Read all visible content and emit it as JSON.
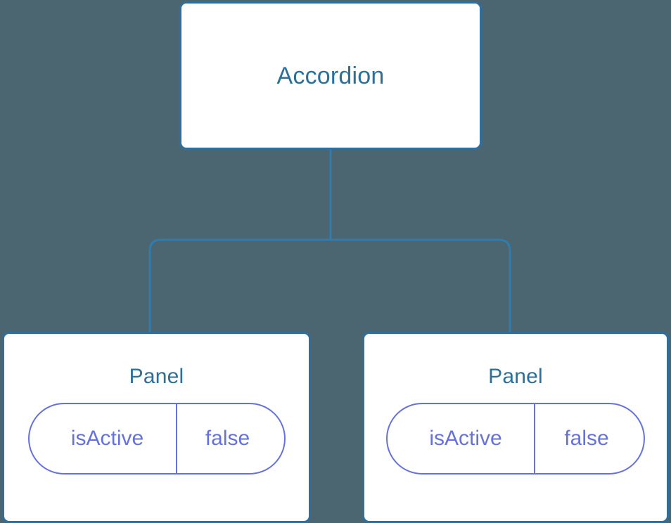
{
  "diagram": {
    "background_color": "#4b6670",
    "node_border_color": "#2f6f9e",
    "node_title_color": "#2b7099",
    "prop_color": "#6572db",
    "connector_color": "#2f7cae",
    "root": {
      "title": "Accordion"
    },
    "children": [
      {
        "title": "Panel",
        "prop_key": "isActive",
        "prop_value": "false"
      },
      {
        "title": "Panel",
        "prop_key": "isActive",
        "prop_value": "false"
      }
    ]
  }
}
